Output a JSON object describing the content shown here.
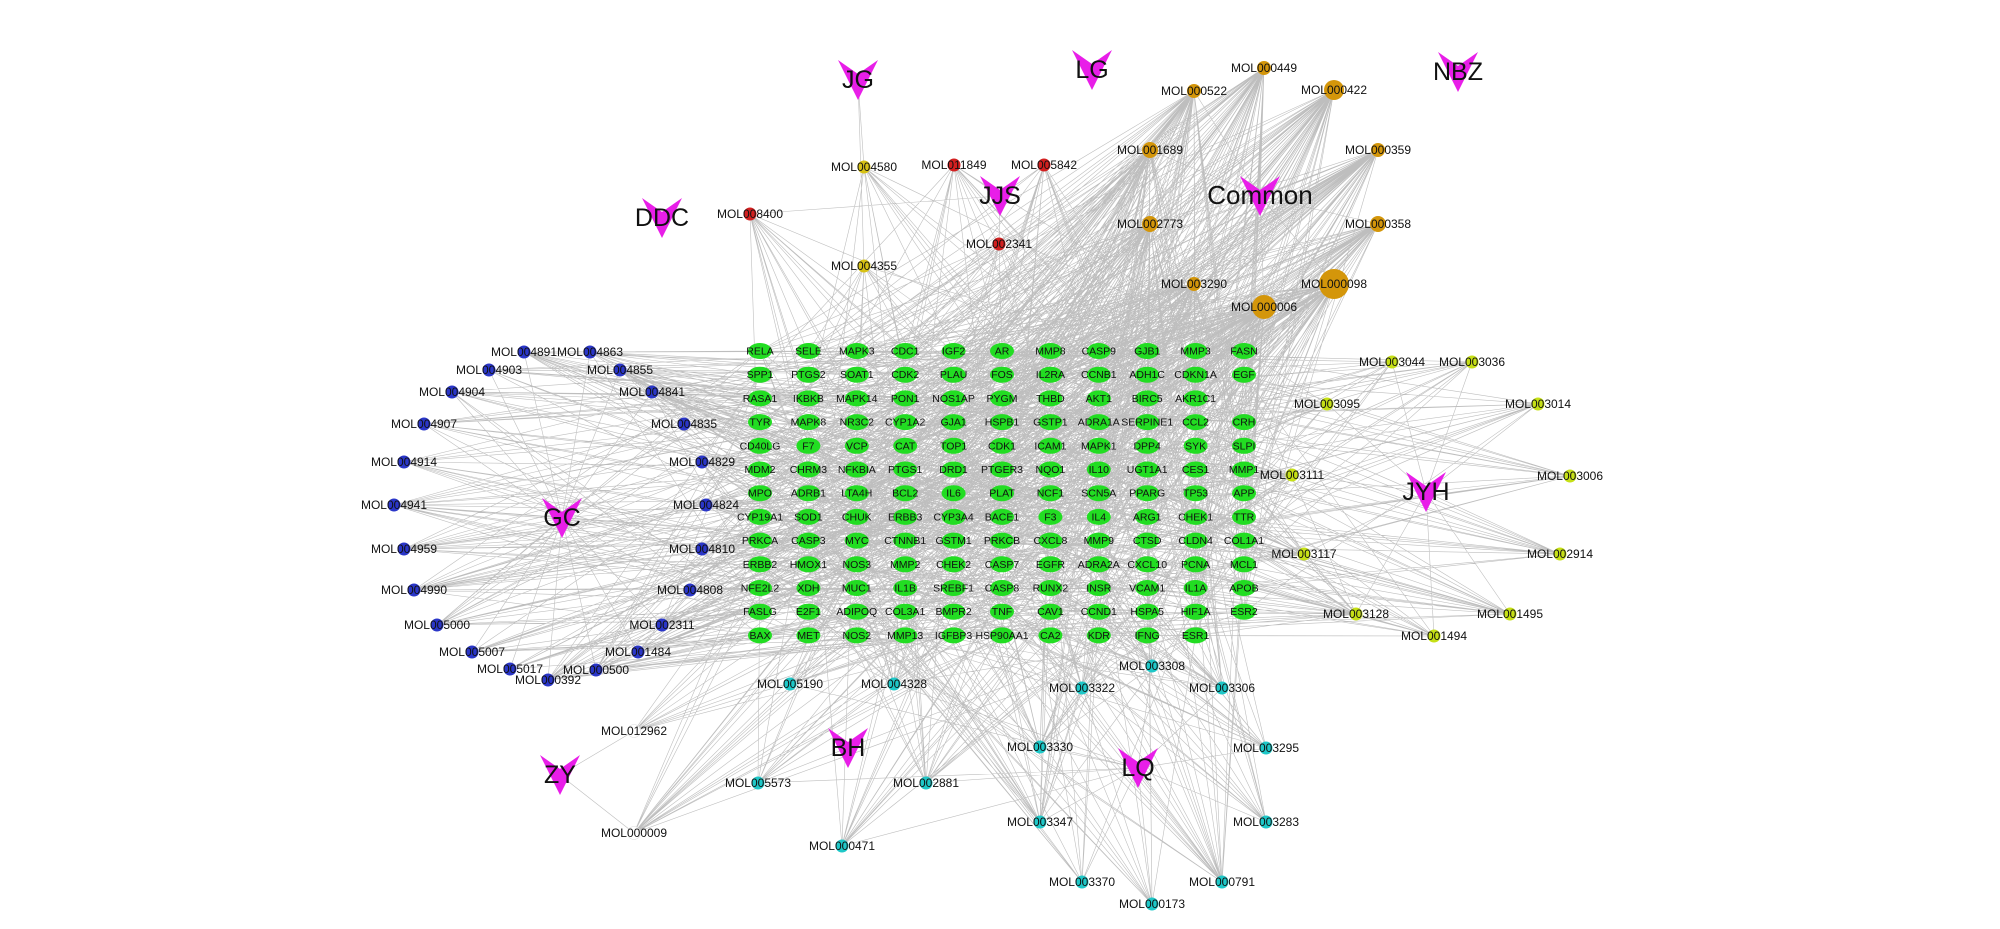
{
  "colors": {
    "herb": "#e81ee8",
    "gene": "#22dd22",
    "edge": "#a8a8a8",
    "common_mol": "#d4960a",
    "jjs_mol": "#d21f1f",
    "jg_mol": "#d8c214",
    "gc_mol": "#2a36c8",
    "jyh_mol": "#c6e016",
    "lq_mol": "#1ec8c8",
    "plain_mol": "#ffffff"
  },
  "herbs": [
    "JG",
    "LG",
    "NBZ",
    "JJS",
    "Common",
    "DDC",
    "GC",
    "JYH",
    "BH",
    "LQ",
    "ZY"
  ],
  "mol_groups": [
    {
      "herb": "Common",
      "color_key": "common_mol",
      "mols": [
        "MOL000449",
        "MOL000522",
        "MOL000422",
        "MOL001689",
        "MOL000359",
        "MOL002773",
        "MOL000358",
        "MOL003290",
        "MOL000098",
        "MOL000006"
      ]
    },
    {
      "herb": "JJS",
      "color_key": "jjs_mol",
      "mols": [
        "MOL011849",
        "MOL005842",
        "MOL002341",
        "MOL008400"
      ]
    },
    {
      "herb": "JG",
      "color_key": "jg_mol",
      "mols": [
        "MOL004580",
        "MOL004355"
      ]
    },
    {
      "herb": "GC",
      "color_key": "gc_mol",
      "mols": [
        "MOL004891",
        "MOL004863",
        "MOL004903",
        "MOL004855",
        "MOL004904",
        "MOL004841",
        "MOL004907",
        "MOL004835",
        "MOL004914",
        "MOL004829",
        "MOL004941",
        "MOL004824",
        "MOL004959",
        "MOL004810",
        "MOL004990",
        "MOL004808",
        "MOL005000",
        "MOL002311",
        "MOL005007",
        "MOL001484",
        "MOL005017",
        "MOL000500",
        "MOL000392"
      ]
    },
    {
      "herb": "JYH",
      "color_key": "jyh_mol",
      "mols": [
        "MOL003044",
        "MOL003036",
        "MOL003095",
        "MOL003014",
        "MOL003111",
        "MOL003006",
        "MOL003117",
        "MOL002914",
        "MOL003128",
        "MOL001495",
        "MOL001494"
      ]
    },
    {
      "herb": "LQ",
      "color_key": "lq_mol",
      "mols": [
        "MOL005190",
        "MOL004328",
        "MOL003308",
        "MOL003322",
        "MOL003306",
        "MOL003330",
        "MOL003295",
        "MOL005573",
        "MOL002881",
        "MOL003347",
        "MOL003283",
        "MOL000471",
        "MOL003370",
        "MOL000791",
        "MOL000173"
      ]
    },
    {
      "herb": "ZY",
      "color_key": "plain_mol",
      "mols": [
        "MOL012962",
        "MOL000009"
      ]
    }
  ],
  "genes": [
    [
      "RELA",
      "SELE",
      "MAPK3",
      "CDC1",
      "IGF2",
      "AR",
      "MMP8",
      "CASP9",
      "GJB1",
      "MMP3",
      "FASN"
    ],
    [
      "SPP1",
      "PTGS2",
      "SOAT1",
      "CDK2",
      "PLAU",
      "FOS",
      "IL2RA",
      "CCNB1",
      "ADH1C",
      "CDKN1A",
      "EGF"
    ],
    [
      "RASA1",
      "IKBKB",
      "MAPK14",
      "PON1",
      "NOS1AP",
      "PYGM",
      "THBD",
      "AKT1",
      "BIRC5",
      "AKR1C1"
    ],
    [
      "TYR",
      "MAPK8",
      "NR3C2",
      "CYP1A2",
      "GJA1",
      "HSPB1",
      "GSTP1",
      "ADRA1A",
      "SERPINE1",
      "CCL2",
      "CRH"
    ],
    [
      "CD40LG",
      "F7",
      "VCP",
      "CAT",
      "TOP1",
      "CDK1",
      "ICAM1",
      "MAPK1",
      "DPP4",
      "SYK",
      "SLPI"
    ],
    [
      "MDM2",
      "CHRM3",
      "NFKBIA",
      "PTGS1",
      "DRD1",
      "PTGER3",
      "NQO1",
      "IL10",
      "UGT1A1",
      "CES1",
      "MMP1"
    ],
    [
      "MPO",
      "ADRB1",
      "LTA4H",
      "BCL2",
      "IL6",
      "PLAT",
      "NCF1",
      "SCN5A",
      "PPARG",
      "TP53",
      "APP"
    ],
    [
      "CYP19A1",
      "SOD1",
      "CHUK",
      "ERBB3",
      "CYP3A4",
      "BACE1",
      "F3",
      "IL4",
      "ARG1",
      "CHEK1",
      "TTR"
    ],
    [
      "PRKCA",
      "CASP3",
      "MYC",
      "CTNNB1",
      "GSTM1",
      "PRKCB",
      "CXCL8",
      "MMP9",
      "CTSD",
      "CLDN4",
      "COL1A1"
    ],
    [
      "ERBB2",
      "HMOX1",
      "NOS3",
      "MMP2",
      "CHEK2",
      "CASP7",
      "EGFR",
      "ADRA2A",
      "CXCL10",
      "PCNA",
      "MCL1"
    ],
    [
      "NFE2L2",
      "XDH",
      "MUC1",
      "IL1B",
      "SREBF1",
      "CASP8",
      "RUNX2",
      "INSR",
      "VCAM1",
      "IL1A",
      "APOB"
    ],
    [
      "FASLG",
      "E2F1",
      "ADIPOQ",
      "COL3A1",
      "BMPR2",
      "TNF",
      "CAV1",
      "CCND1",
      "HSPA5",
      "HIF1A",
      "ESR2"
    ],
    [
      "BAX",
      "MET",
      "NOS2",
      "MMP13",
      "IGFBP3",
      "HSP90AA1",
      "CA2",
      "KDR",
      "IFNG",
      "ESR1"
    ]
  ]
}
